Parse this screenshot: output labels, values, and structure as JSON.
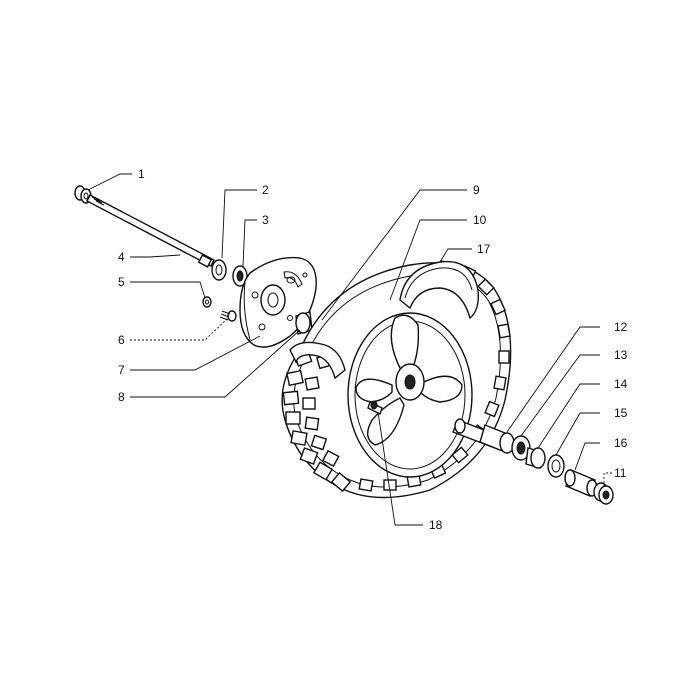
{
  "diagram": {
    "labels": [
      {
        "id": "1",
        "text": "1"
      },
      {
        "id": "2",
        "text": "2"
      },
      {
        "id": "3",
        "text": "3"
      },
      {
        "id": "4",
        "text": "4"
      },
      {
        "id": "5",
        "text": "5"
      },
      {
        "id": "6",
        "text": "6"
      },
      {
        "id": "7",
        "text": "7"
      },
      {
        "id": "8",
        "text": "8"
      },
      {
        "id": "9",
        "text": "9"
      },
      {
        "id": "10",
        "text": "10"
      },
      {
        "id": "17",
        "text": "17"
      },
      {
        "id": "12",
        "text": "12"
      },
      {
        "id": "13",
        "text": "13"
      },
      {
        "id": "14",
        "text": "14"
      },
      {
        "id": "15",
        "text": "15"
      },
      {
        "id": "16",
        "text": "16"
      },
      {
        "id": "11",
        "text": "11"
      },
      {
        "id": "18",
        "text": "18"
      }
    ]
  }
}
